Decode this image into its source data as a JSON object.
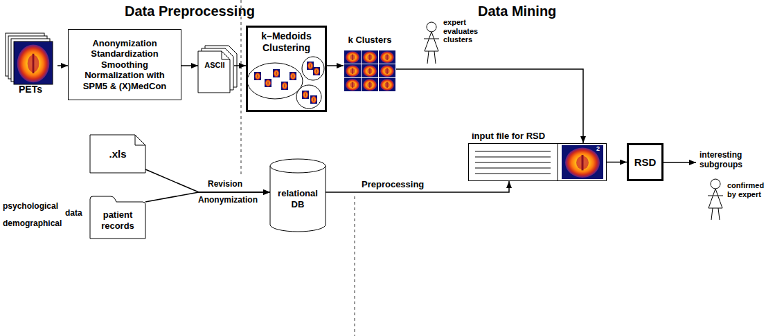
{
  "diagram": {
    "nodes": [
      {
        "text": [
          "PETs"
        ]
      },
      {
        "text": [
          "Anonymization Standardization Smoothing Normalization with SPM5 & (X)MedCon"
        ]
      },
      {
        "text": [
          "ASCII"
        ]
      },
      {
        "text": [
          "k–Medoids Clustering"
        ]
      },
      {
        "text": [
          "k Clusters"
        ]
      },
      {
        "text": [
          "input file for RSD"
        ]
      },
      {
        "text": [
          "RSD"
        ]
      },
      {
        "text": [
          ".xls"
        ]
      },
      {
        "text": [
          "patient records"
        ]
      },
      {
        "text": [
          "relational DB"
        ]
      }
    ],
    "edges": [
      {
        "from": 0,
        "to": 1,
        "arrow": "to"
      },
      {
        "from": 1,
        "to": 2,
        "arrow": "to"
      },
      {
        "from": 2,
        "to": 3,
        "arrow": "to"
      },
      {
        "from": 3,
        "to": 4,
        "arrow": "to"
      },
      {
        "from": 4,
        "to": 5,
        "arrow": "to"
      },
      {
        "from": 5,
        "to": 6,
        "arrow": "to"
      },
      {
        "from": 7,
        "to": 9,
        "arrow": "to"
      },
      {
        "from": 8,
        "to": 9,
        "arrow": "to"
      },
      {
        "from": 9,
        "to": 5,
        "label": "Preprocessing",
        "arrow": "to"
      }
    ],
    "labels": [
      "Data Preprocessing",
      "Data Mining",
      "expert evaluates clusters",
      "interesting subgroups",
      "confirmed by expert",
      "2",
      "psychological",
      "demographical",
      "data",
      "Revision",
      "Anonymization"
    ]
  }
}
